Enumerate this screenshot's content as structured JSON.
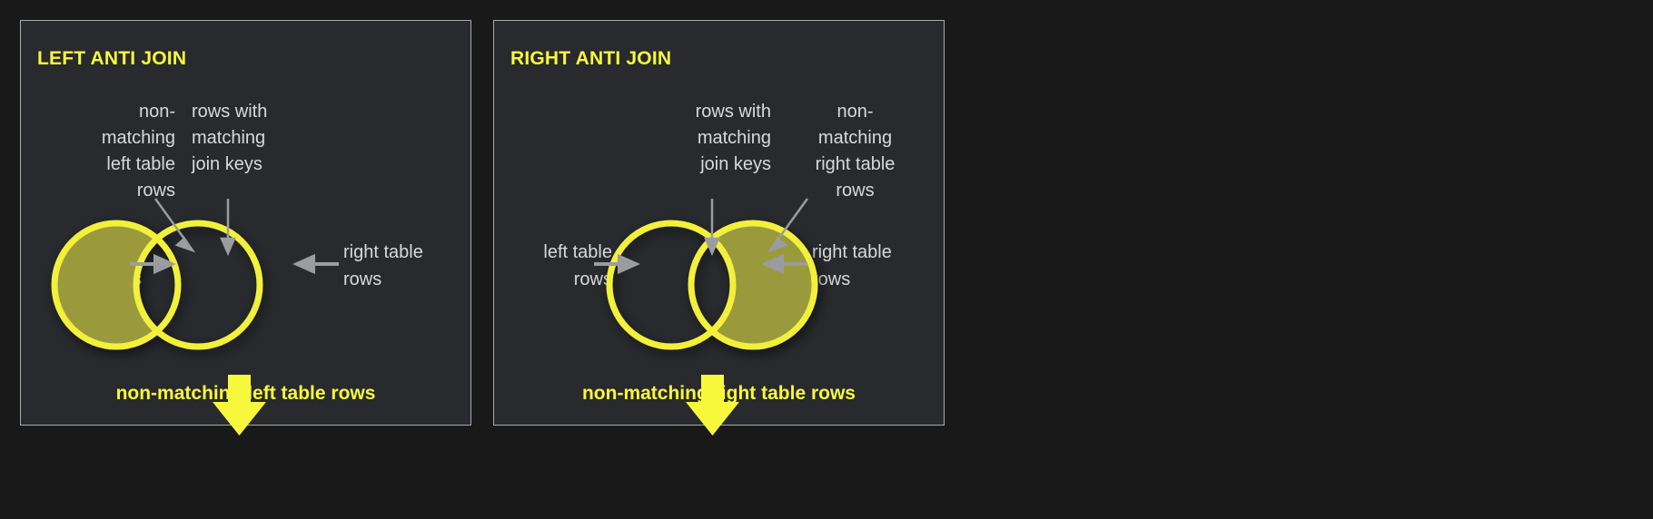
{
  "theme": {
    "page_background": "#191919",
    "panel_background": "#282a2e",
    "panel_border": "#a8aaad",
    "accent_yellow": "#f7f83c",
    "circle_stroke": "#f2f03a",
    "fill_olive": "#9a9a3d",
    "label_gray": "#d7d9dc",
    "arrow_gray": "#9a9ca0"
  },
  "panels": [
    {
      "id": "left-anti-join",
      "title": "LEFT ANTI JOIN",
      "callouts": {
        "outer": "non-\nmatching\nleft table\nrows",
        "overlap": "rows with\nmatching\njoin keys"
      },
      "side_labels": {
        "left": "left table\nrows",
        "right": "right table\nrows"
      },
      "filled_side": "left",
      "result_caption": "non-matching left table rows"
    },
    {
      "id": "right-anti-join",
      "title": "RIGHT ANTI JOIN",
      "callouts": {
        "overlap": "rows with\nmatching\njoin keys",
        "outer": "non-\nmatching\nright table\nrows"
      },
      "side_labels": {
        "left": "left table\nrows",
        "right": "right table\nrows"
      },
      "filled_side": "right",
      "result_caption": "non-matching right table rows"
    }
  ]
}
